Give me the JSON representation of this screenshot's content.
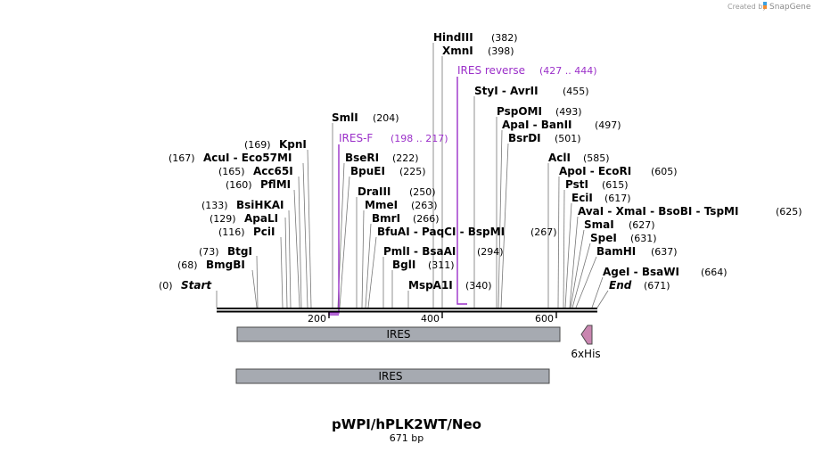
{
  "credit": {
    "created_by": "Created by",
    "brand": "SnapGene"
  },
  "plasmid": {
    "name": "pWPI/hPLK2WT/Neo",
    "length_label": "671 bp"
  },
  "ticks": [
    "200",
    "400",
    "600"
  ],
  "sites": [
    {
      "name": "Start",
      "pos": "(0)",
      "italic": true
    },
    {
      "name": "BmgBI",
      "pos": "(68)"
    },
    {
      "name": "BtgI",
      "pos": "(73)"
    },
    {
      "name": "PciI",
      "pos": "(116)"
    },
    {
      "name": "ApaLI",
      "pos": "(129)"
    },
    {
      "name": "BsiHKAI",
      "pos": "(133)"
    },
    {
      "name": "PflMI",
      "pos": "(160)"
    },
    {
      "name": "Acc65I",
      "pos": "(165)"
    },
    {
      "name": "AcuI - Eco57MI",
      "pos": "(167)"
    },
    {
      "name": "KpnI",
      "pos": "(169)"
    },
    {
      "name": "SmlI",
      "pos": "(204)"
    },
    {
      "name": "BseRI",
      "pos": "(222)"
    },
    {
      "name": "BpuEI",
      "pos": "(225)"
    },
    {
      "name": "DraIII",
      "pos": "(250)"
    },
    {
      "name": "MmeI",
      "pos": "(263)"
    },
    {
      "name": "BmrI",
      "pos": "(266)"
    },
    {
      "name": "BfuAI - PaqCI - BspMI",
      "pos": "(267)"
    },
    {
      "name": "PmlI - BsaAI",
      "pos": "(294)"
    },
    {
      "name": "BglI",
      "pos": "(311)"
    },
    {
      "name": "MspA1I",
      "pos": "(340)"
    },
    {
      "name": "HindIII",
      "pos": "(382)"
    },
    {
      "name": "XmnI",
      "pos": "(398)"
    },
    {
      "name": "StyI - AvrII",
      "pos": "(455)"
    },
    {
      "name": "PspOMI",
      "pos": "(493)"
    },
    {
      "name": "ApaI - BanII",
      "pos": "(497)"
    },
    {
      "name": "BsrDI",
      "pos": "(501)"
    },
    {
      "name": "AclI",
      "pos": "(585)"
    },
    {
      "name": "ApoI - EcoRI",
      "pos": "(605)"
    },
    {
      "name": "PstI",
      "pos": "(615)"
    },
    {
      "name": "EciI",
      "pos": "(617)"
    },
    {
      "name": "AvaI - XmaI - BsoBI - TspMI",
      "pos": "(625)"
    },
    {
      "name": "SmaI",
      "pos": "(627)"
    },
    {
      "name": "SpeI",
      "pos": "(631)"
    },
    {
      "name": "BamHI",
      "pos": "(637)"
    },
    {
      "name": "AgeI - BsaWI",
      "pos": "(664)"
    },
    {
      "name": "End",
      "pos": "(671)",
      "italic": true
    }
  ],
  "primers": [
    {
      "name": "IRES-F",
      "range": "(198 .. 217)"
    },
    {
      "name": "IRES reverse",
      "range": "(427 .. 444)"
    }
  ],
  "features": [
    {
      "name": "IRES"
    },
    {
      "name": "IRES"
    },
    {
      "name": "6xHis"
    }
  ],
  "colors": {
    "feature_fill": "#a6aab1",
    "feature_stroke": "#4a4a4a",
    "primer": "#9b30c9",
    "his_tag": "#c986b0",
    "leader_line": "#777777"
  }
}
